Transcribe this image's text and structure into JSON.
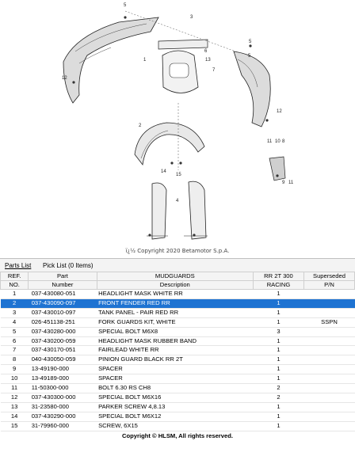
{
  "diagram": {
    "copyright": "ï¿½ Copyright 2020 Betamotor S.p.A.",
    "callouts": [
      "5",
      "3",
      "1",
      "6",
      "13",
      "7",
      "5",
      "12",
      "5",
      "12",
      "2",
      "11",
      "10",
      "8",
      "14",
      "15",
      "9",
      "11",
      "4"
    ]
  },
  "tabs": {
    "parts_list": "Parts List",
    "pick_list": "Pick List (0 Items)"
  },
  "table": {
    "headers_top": [
      "REF.",
      "Part",
      "MUDGUARDS",
      "RR 2T 300",
      "Superseded"
    ],
    "headers_bottom": [
      "NO.",
      "Number",
      "Description",
      "RACING",
      "P/N"
    ],
    "rows": [
      {
        "ref": "1",
        "part": "037-430080-051",
        "desc": "HEADLIGHT MASK WHITE RR",
        "qty": "1",
        "sup": ""
      },
      {
        "ref": "2",
        "part": "037-430090-097",
        "desc": "FRONT FENDER RED RR",
        "qty": "1",
        "sup": ""
      },
      {
        "ref": "3",
        "part": "037-430010-097",
        "desc": "TANK PANEL - PAIR RED RR",
        "qty": "1",
        "sup": ""
      },
      {
        "ref": "4",
        "part": "026-451138-251",
        "desc": "FORK GUARDS KIT, WHITE",
        "qty": "1",
        "sup": "SSPN"
      },
      {
        "ref": "5",
        "part": "037-430280-000",
        "desc": "SPECIAL BOLT M6X8",
        "qty": "3",
        "sup": ""
      },
      {
        "ref": "6",
        "part": "037-430200-059",
        "desc": "HEADLIGHT MASK RUBBER BAND",
        "qty": "1",
        "sup": ""
      },
      {
        "ref": "7",
        "part": "037-430170-051",
        "desc": "FAIRLEAD WHITE RR",
        "qty": "1",
        "sup": ""
      },
      {
        "ref": "8",
        "part": "040-430050-059",
        "desc": "PINION GUARD BLACK RR 2T",
        "qty": "1",
        "sup": ""
      },
      {
        "ref": "9",
        "part": "13-49190-000",
        "desc": "SPACER",
        "qty": "1",
        "sup": ""
      },
      {
        "ref": "10",
        "part": "13-49189-000",
        "desc": "SPACER",
        "qty": "1",
        "sup": ""
      },
      {
        "ref": "11",
        "part": "11-50300-000",
        "desc": "BOLT 6.30 RS CH8",
        "qty": "2",
        "sup": ""
      },
      {
        "ref": "12",
        "part": "037-430300-000",
        "desc": "SPECIAL BOLT M6X16",
        "qty": "2",
        "sup": ""
      },
      {
        "ref": "13",
        "part": "31-23580-000",
        "desc": "PARKER SCREW 4,8.13",
        "qty": "1",
        "sup": ""
      },
      {
        "ref": "14",
        "part": "037-430290-000",
        "desc": "SPECIAL BOLT M6X12",
        "qty": "1",
        "sup": ""
      },
      {
        "ref": "15",
        "part": "31-79960-000",
        "desc": "SCREW, 6X15",
        "qty": "1",
        "sup": ""
      }
    ],
    "selected_index": 1,
    "footer": "Copyright © HLSM, All rights reserved."
  },
  "colors": {
    "selected": "#1e73d2"
  }
}
